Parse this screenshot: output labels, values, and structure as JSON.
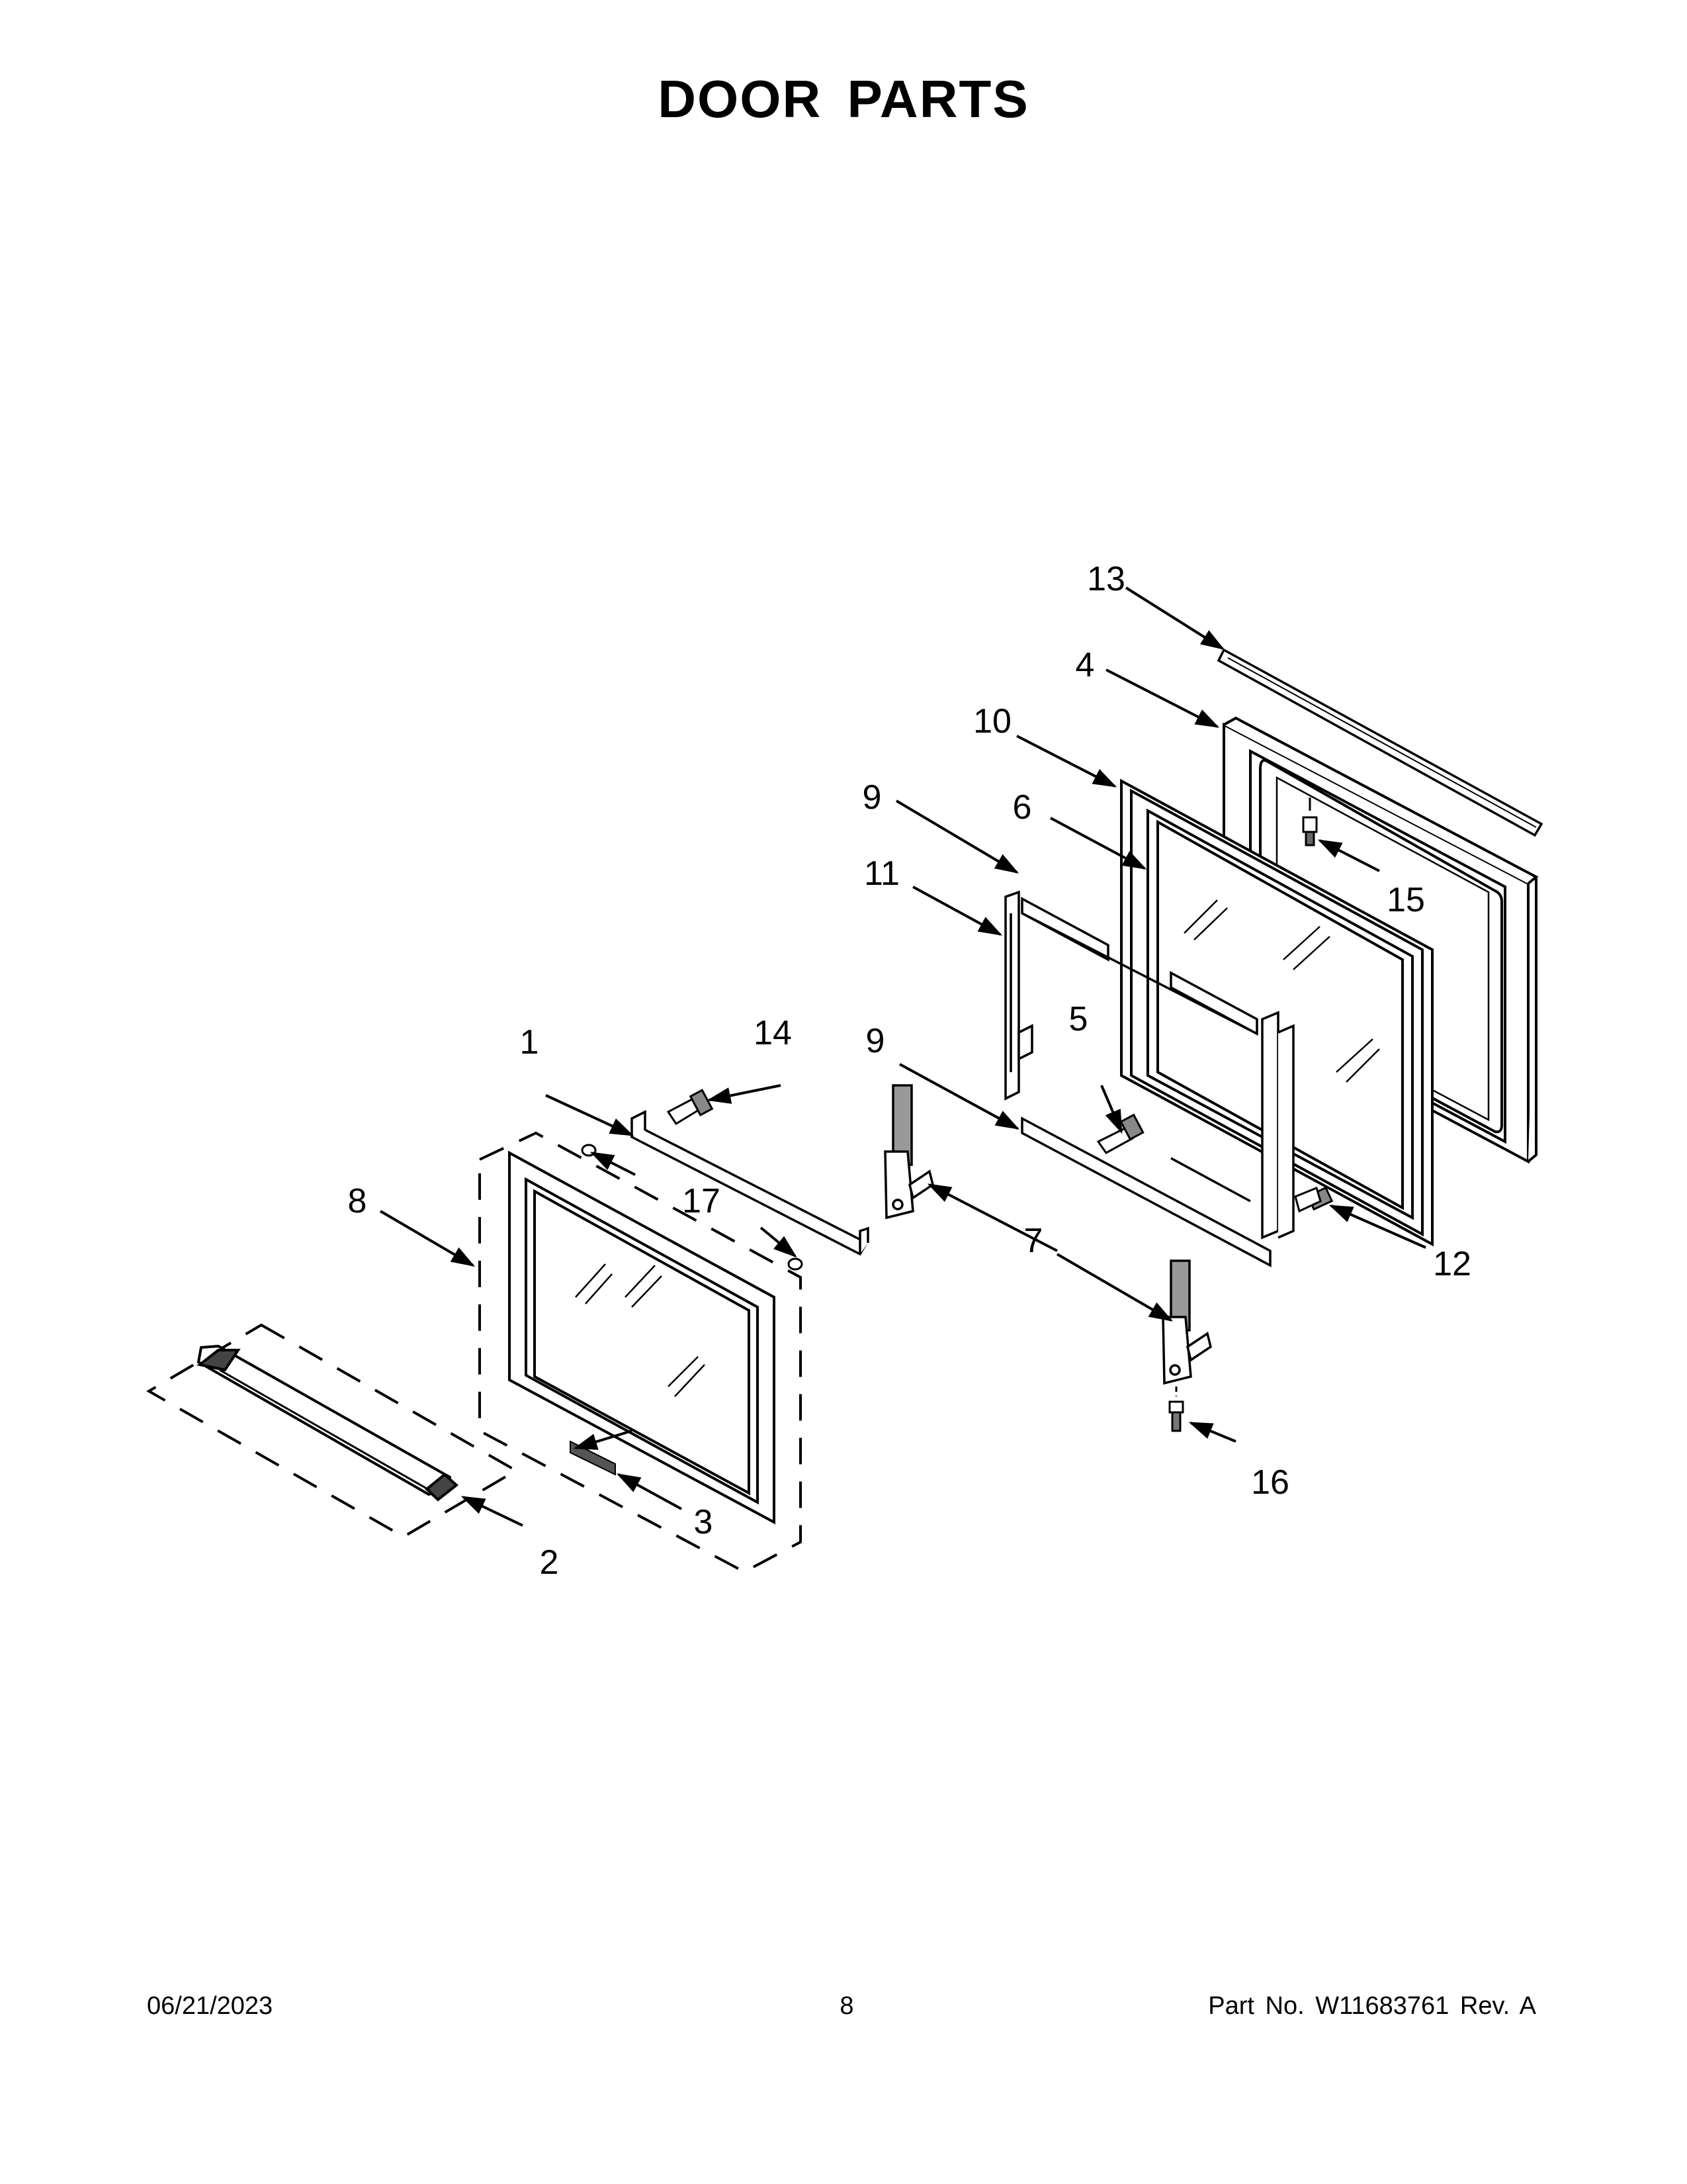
{
  "header": {
    "title": "DOOR PARTS"
  },
  "callouts": {
    "c1": "1",
    "c2": "2",
    "c3": "3",
    "c4": "4",
    "c5": "5",
    "c6": "6",
    "c7": "7",
    "c8": "8",
    "c9a": "9",
    "c9b": "9",
    "c10": "10",
    "c11": "11",
    "c12": "12",
    "c13": "13",
    "c14": "14",
    "c15": "15",
    "c16": "16",
    "c17": "17"
  },
  "footer": {
    "date": "06/21/2023",
    "page": "8",
    "part_no": "Part No.  W11683761  Rev.  A"
  }
}
